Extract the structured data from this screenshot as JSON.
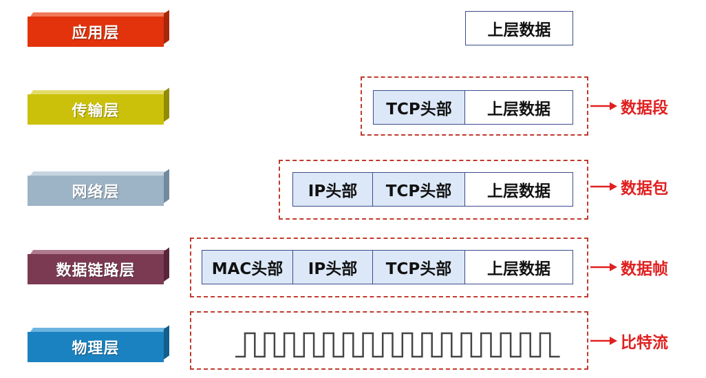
{
  "layers": [
    {
      "id": "application",
      "label": "应用层",
      "front": "#e2330c",
      "top": "#f07a5a",
      "side": "#a8260a"
    },
    {
      "id": "transport",
      "label": "传输层",
      "front": "#cbc10a",
      "top": "#e4dc6a",
      "side": "#938b06"
    },
    {
      "id": "network",
      "label": "网络层",
      "front": "#9db3c6",
      "top": "#c6d4e0",
      "side": "#728a9e"
    },
    {
      "id": "datalink",
      "label": "数据链路层",
      "front": "#7b3a52",
      "top": "#b07a8e",
      "side": "#57263a"
    },
    {
      "id": "physical",
      "label": "物理层",
      "front": "#1a82c0",
      "top": "#6cb4e0",
      "side": "#125e8c"
    }
  ],
  "segments": {
    "upper_data": "上层数据",
    "tcp_header": "TCP头部",
    "ip_header": "IP头部",
    "mac_header": "MAC头部"
  },
  "pdu": {
    "segment": "数据段",
    "packet": "数据包",
    "frame": "数据帧",
    "bitstream": "比特流"
  },
  "colors": {
    "dash": "#c0392b",
    "arrow": "#e02020",
    "header_fill": "#dce8f8",
    "wave": "#444444"
  }
}
